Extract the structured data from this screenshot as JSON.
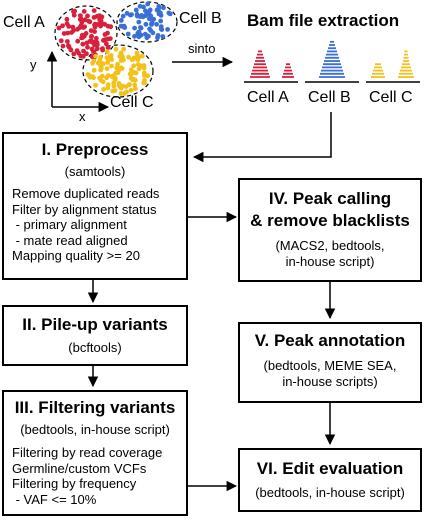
{
  "top": {
    "cell_a_label": "Cell A",
    "cell_b_label": "Cell B",
    "cell_c_label": "Cell C",
    "axis_x": "x",
    "axis_y": "y",
    "arrow_label": "sinto",
    "extraction_title": "Bam file extraction",
    "bam_cells": [
      "Cell A",
      "Cell B",
      "Cell C"
    ]
  },
  "colors": {
    "cell_a": "#d8203a",
    "cell_b": "#3a6fd8",
    "cell_c": "#f2c21a"
  },
  "boxes": {
    "preprocess": {
      "title": "I. Preprocess",
      "tool": "(samtools)",
      "lines": [
        "Remove duplicated reads",
        "Filter by alignment status",
        " - primary alignment",
        " - mate read aligned",
        "Mapping quality >= 20"
      ]
    },
    "pileup": {
      "title": "II. Pile-up variants",
      "tool": "(bcftools)"
    },
    "filtering": {
      "title": "III. Filtering variants",
      "tool": "(bedtools, in-house script)",
      "lines": [
        "Filtering by read coverage",
        "Germline/custom VCFs",
        "Filtering by frequency",
        " - VAF <= 10%"
      ]
    },
    "peak_calling": {
      "title_line1": "IV. Peak calling",
      "title_line2": "& remove blacklists",
      "tool_line1": "(MACS2, bedtools,",
      "tool_line2": "in-house script)"
    },
    "peak_annotation": {
      "title": "V. Peak annotation",
      "tool_line1": "(bedtools, MEME SEA,",
      "tool_line2": "in-house scripts)"
    },
    "edit_eval": {
      "title": "VI. Edit evaluation",
      "tool": "(bedtools, in-house script)"
    }
  }
}
